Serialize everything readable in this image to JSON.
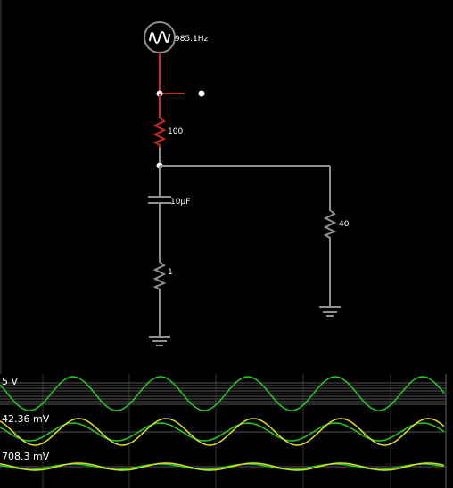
{
  "circuit": {
    "source": {
      "type": "ac-voltage-source",
      "icon": "sine-wave-icon",
      "frequency_label": "985.1Hz"
    },
    "resistor_series": {
      "value_label": "100"
    },
    "capacitor": {
      "value_label": "10µF"
    },
    "resistor_esr": {
      "value_label": "1"
    },
    "resistor_load": {
      "value_label": "40"
    },
    "colors": {
      "wire_live": "#cc2a1f",
      "wire_normal": "#909090",
      "node": "#ffffff"
    }
  },
  "scopes": [
    {
      "label": "5 V",
      "trace_colors": [
        "#22cc22"
      ]
    },
    {
      "label": "42.36 mV",
      "trace_colors": [
        "#dddd22",
        "#22cc22"
      ]
    },
    {
      "label": "708.3 mV",
      "trace_colors": [
        "#dddd22",
        "#22cc22"
      ]
    }
  ]
}
